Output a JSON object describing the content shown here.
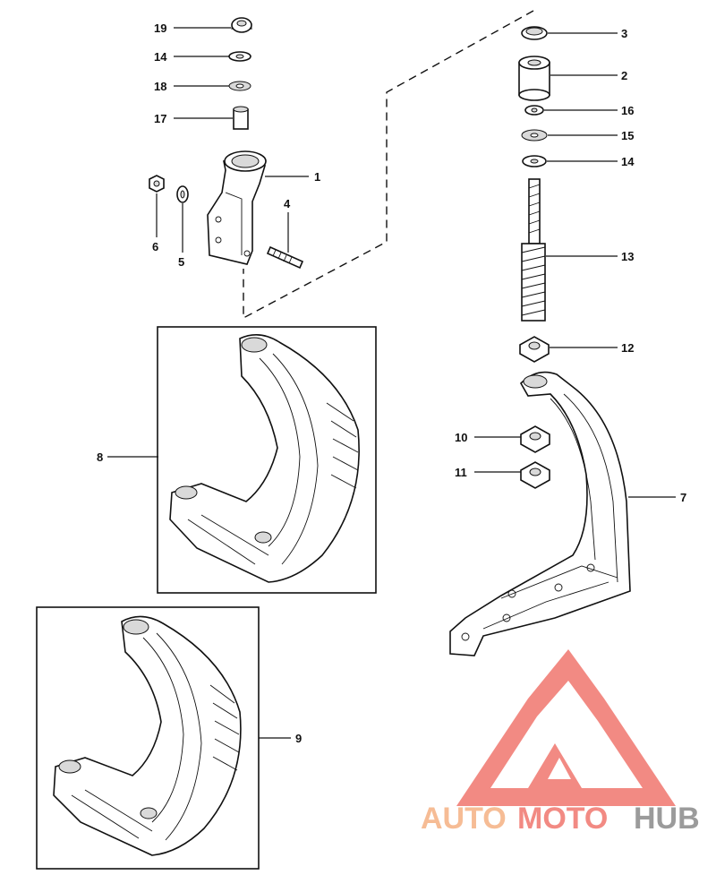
{
  "callouts": [
    {
      "id": "19",
      "text": "19"
    },
    {
      "id": "14a",
      "text": "14"
    },
    {
      "id": "18",
      "text": "18"
    },
    {
      "id": "17",
      "text": "17"
    },
    {
      "id": "1",
      "text": "1"
    },
    {
      "id": "4",
      "text": "4"
    },
    {
      "id": "6",
      "text": "6"
    },
    {
      "id": "5",
      "text": "5"
    },
    {
      "id": "3",
      "text": "3"
    },
    {
      "id": "2",
      "text": "2"
    },
    {
      "id": "16",
      "text": "16"
    },
    {
      "id": "15",
      "text": "15"
    },
    {
      "id": "14b",
      "text": "14"
    },
    {
      "id": "13",
      "text": "13"
    },
    {
      "id": "12",
      "text": "12"
    },
    {
      "id": "10",
      "text": "10"
    },
    {
      "id": "11",
      "text": "11"
    },
    {
      "id": "7",
      "text": "7"
    },
    {
      "id": "8",
      "text": "8"
    },
    {
      "id": "9",
      "text": "9"
    }
  ],
  "watermark": {
    "auto": "AUTO",
    "moto": "MOTO",
    "hub": "HUB",
    "color_orange": "#f5b183",
    "color_red": "#f0766e",
    "color_gray": "#8a8a8a"
  }
}
